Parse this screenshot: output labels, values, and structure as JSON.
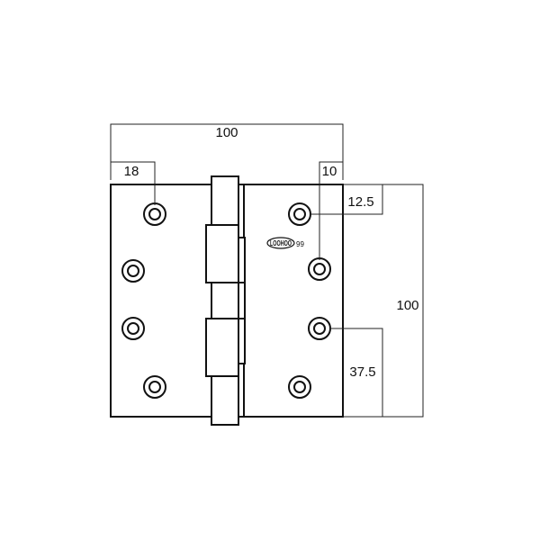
{
  "dimensions": {
    "overall_width": "100",
    "hole_edge_offset": "18",
    "knuckle_offset": "10",
    "hole_top_offset": "12.5",
    "overall_height": "100",
    "hole_spacing": "37.5"
  },
  "logo": {
    "mark": "LOOHOO",
    "number": "99"
  },
  "colors": {
    "stroke": "#111111",
    "dimension_line": "#222222",
    "background": "#ffffff"
  }
}
